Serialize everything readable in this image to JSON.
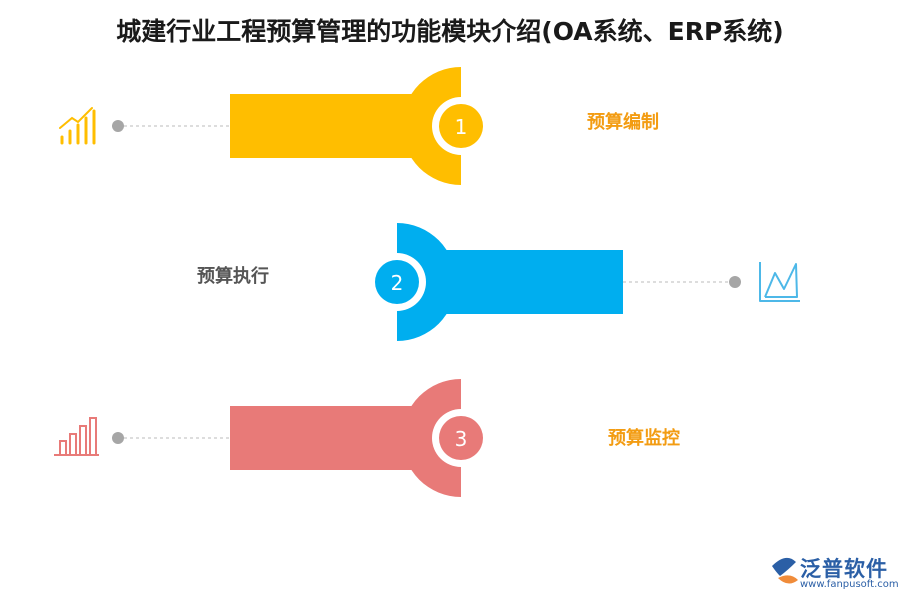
{
  "title": "城建行业工程预算管理的功能模块介绍(OA系统、ERP系统)",
  "steps": [
    {
      "number": "1",
      "label": "预算编制",
      "color": "#FFBE00",
      "label_color": "#F39C12",
      "icon": "rising-bars-arrow-icon"
    },
    {
      "number": "2",
      "label": "预算执行",
      "color": "#00AEEF",
      "label_color": "#555555",
      "icon": "line-chart-icon"
    },
    {
      "number": "3",
      "label": "预算监控",
      "color": "#E87A78",
      "label_color": "#F39C12",
      "icon": "bar-chart-icon"
    }
  ],
  "logo": {
    "name": "泛普软件",
    "url": "www.fanpusoft.com",
    "icon": "fanpu-logo-icon"
  }
}
